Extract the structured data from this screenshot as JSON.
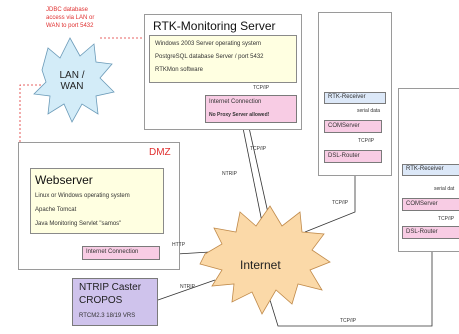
{
  "annotations": {
    "jdbc_note": [
      "JDBC database",
      "access via LAN or",
      "WAN to port 5432"
    ]
  },
  "clouds": {
    "lan_wan": [
      "LAN /",
      "WAN"
    ],
    "internet": "Internet"
  },
  "monitoring_server": {
    "title": "RTK-Monitoring Server",
    "lines": [
      "Windows 2003 Server operating system",
      "PostgreSQL database Server / port 5432",
      "RTKMon software"
    ],
    "conn_title": "Internet Connection",
    "conn_note": "No Proxy Server allowed!"
  },
  "dmz": {
    "label": "DMZ"
  },
  "webserver": {
    "title": "Webserver",
    "lines": [
      "Linux or Windows operating system",
      "Apache Tomcat",
      "Java Monitoring Servlet \"samos\""
    ],
    "conn": "Internet Connection"
  },
  "caster": {
    "title_1": "NTRIP Caster",
    "title_2": "CROPOS",
    "sub": "RTCM2.3 18/19 VRS"
  },
  "station_1": {
    "receiver": "RTK-Receiver",
    "comserver": "COMServer",
    "router": "DSL-Router",
    "serial": "serial data"
  },
  "station_2": {
    "receiver": "RTK-Receiver",
    "comserver": "COMServer",
    "router": "DSL-Router",
    "serial": "serial dat"
  },
  "link_labels": {
    "tcpip_monitor": "TCP/IP",
    "tcpip_internet": "TCP/IP",
    "ntrip_internet": "NTRIP",
    "http": "HTTP",
    "ntrip_caster": "NTRIP",
    "tcpip_station1": "TCP/IP",
    "tcpip_s1_com": "TCP/IP",
    "tcpip_s2_com": "TCP/IP",
    "tcpip_bottom": "TCP/IP"
  }
}
